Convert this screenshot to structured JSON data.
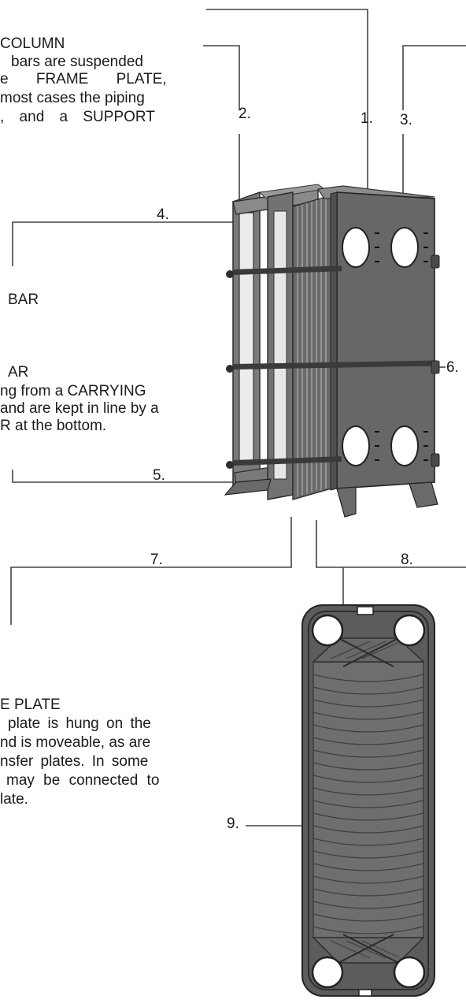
{
  "labels": {
    "n1": "1.",
    "n2": "2.",
    "n3": "3.",
    "n4": "4.",
    "n5": "5.",
    "n6": "6.",
    "n7": "7.",
    "n8": "8.",
    "n9": "9."
  },
  "texts": {
    "support_column_heading": "COLUMN",
    "support_column_line1": "bars are suspended",
    "support_column_line2": "e FRAME PLATE,",
    "support_column_line3": "most cases the piping",
    "support_column_line4": ", and a SUPPORT",
    "guiding_bar_heading": "BAR",
    "carrying_bar_heading": "AR",
    "carrying_bar_line1": "ng from a CARRYING",
    "carrying_bar_line2": "and are kept in line by a",
    "carrying_bar_line3": "R at the bottom.",
    "pressure_plate_heading": "E PLATE",
    "pressure_plate_line1": "plate is hung on the",
    "pressure_plate_line2": "nd is moveable, as are",
    "pressure_plate_line3": "nsfer plates. In some",
    "pressure_plate_line4": "may be connected to",
    "pressure_plate_line5": "late."
  },
  "colors": {
    "frame": "#6c6c6c",
    "frame_dark": "#4a4a4a",
    "plate": "#5e5e5e",
    "port": "#ffffff",
    "leader": "#444444"
  }
}
